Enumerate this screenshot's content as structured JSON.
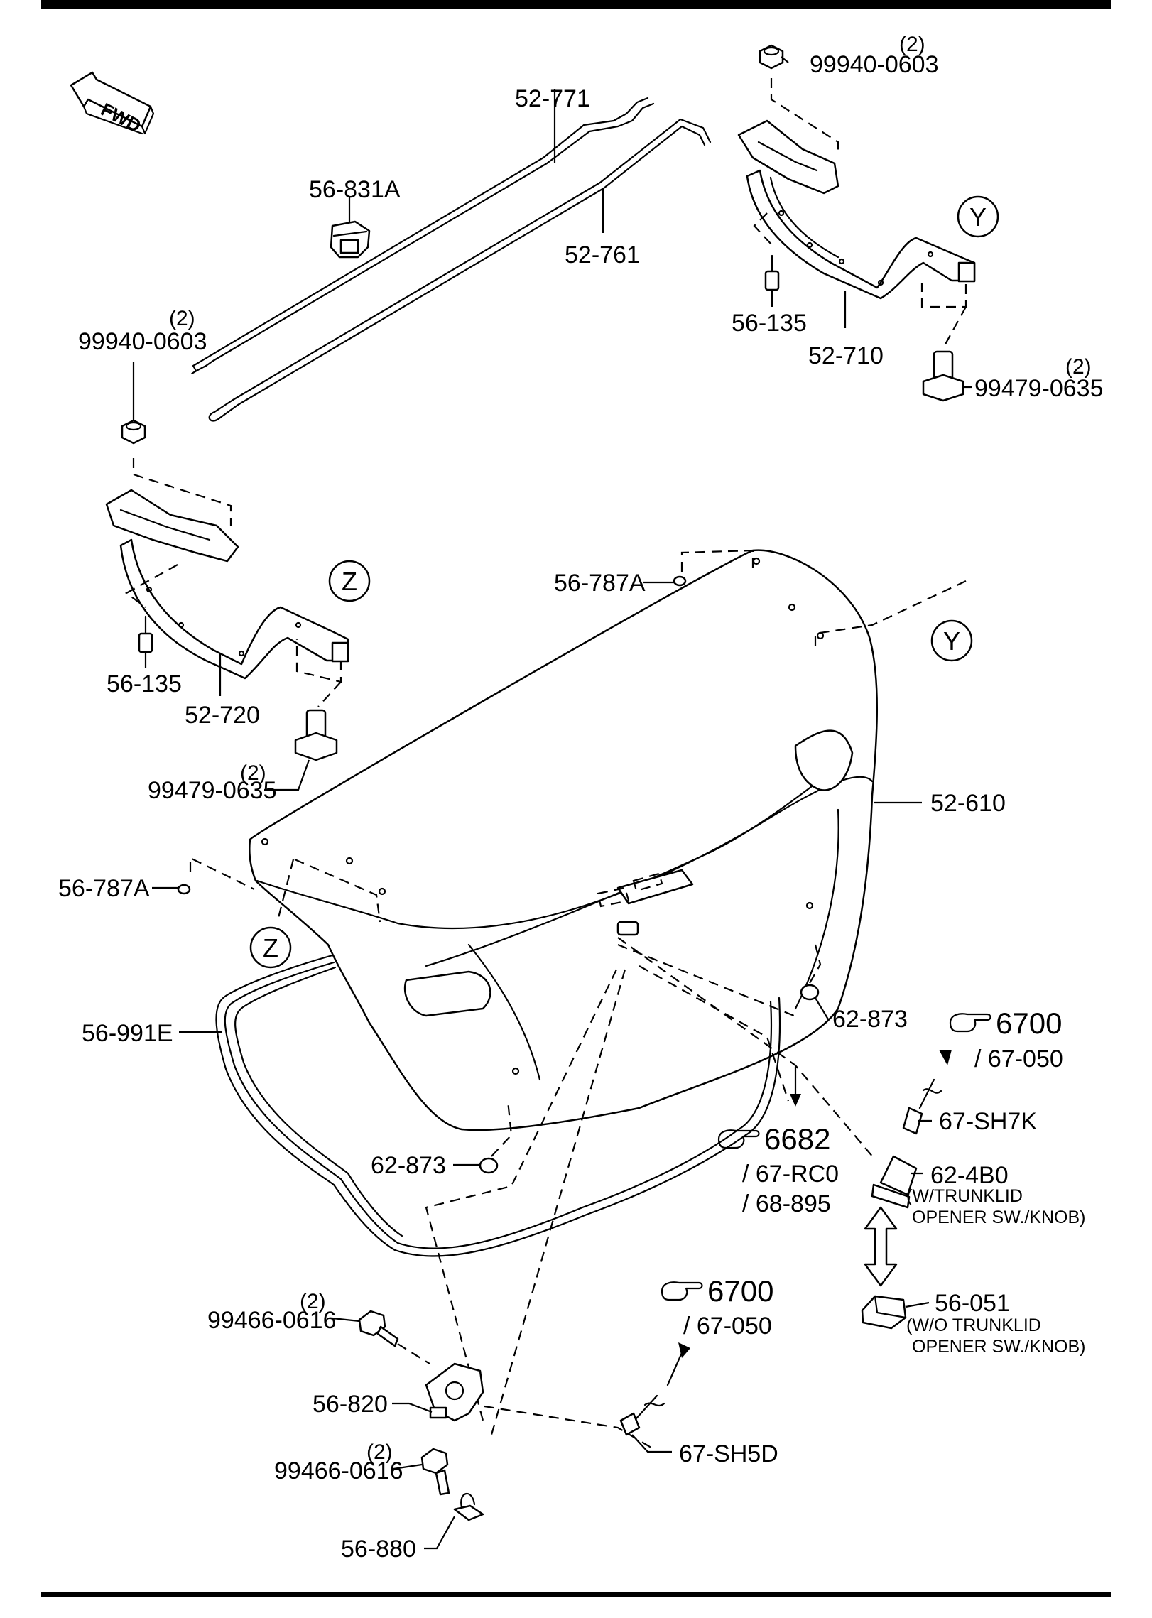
{
  "diagram": {
    "direction_label": "FWD",
    "callouts": {
      "c52_771": "52-771",
      "c52_761": "52-761",
      "c56_831a": "56-831A",
      "c99940_top": "99940-0603",
      "c99940_top_qty": "(2)",
      "c99940_left": "99940-0603",
      "c99940_left_qty": "(2)",
      "c56_135_right": "56-135",
      "c52_710": "52-710",
      "c99479_right": "99479-0635",
      "c99479_right_qty": "(2)",
      "c56_135_left": "56-135",
      "c52_720": "52-720",
      "c99479_left": "99479-0635",
      "c99479_left_qty": "(2)",
      "c56_787a_top": "56-787A",
      "c56_787a_left": "56-787A",
      "c52_610": "52-610",
      "c56_991e": "56-991E",
      "c62_873_right": "62-873",
      "c62_873_left": "62-873",
      "c67_sh7k": "67-SH7K",
      "c62_4b0": "62-4B0",
      "c56_051": "56-051",
      "c99466_upper": "99466-0616",
      "c99466_upper_qty": "(2)",
      "c56_820": "56-820",
      "c99466_lower": "99466-0616",
      "c99466_lower_qty": "(2)",
      "c56_880": "56-880",
      "c67_sh5d": "67-SH5D"
    },
    "notes": {
      "w_trunklid_1": "(W/TRUNKLID",
      "w_trunklid_2": "OPENER SW./KNOB)",
      "wo_trunklid_1": "(W/O TRUNKLID",
      "wo_trunklid_2": "OPENER SW./KNOB)"
    },
    "section_refs": {
      "ref_6700_right": "6700",
      "ref_6700_right_sub": "/ 67-050",
      "ref_6682": "6682",
      "ref_6682_sub1": "/ 67-RC0",
      "ref_6682_sub2": "/ 68-895",
      "ref_6700_bottom": "6700",
      "ref_6700_bottom_sub": "/ 67-050"
    },
    "view_markers": {
      "y_top": "Y",
      "y_lid": "Y",
      "z_hinge": "Z",
      "z_lid": "Z"
    }
  }
}
